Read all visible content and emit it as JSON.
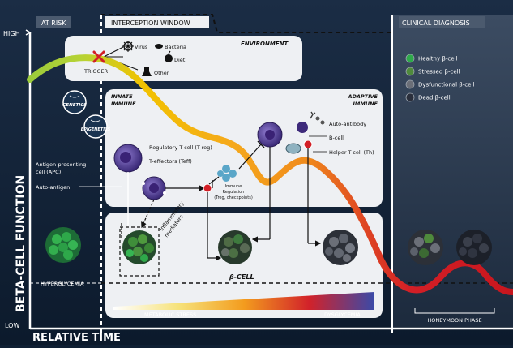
{
  "axes": {
    "y_high": "HIGH",
    "y_low": "LOW",
    "y_label": "BETA-CELL FUNCTION",
    "x_label": "RELATIVE TIME"
  },
  "phases": {
    "at_risk": "AT RISK",
    "interception": "INTERCEPTION WINDOW",
    "clinical": "CLINICAL DIAGNOSIS"
  },
  "environment": {
    "title": "ENVIRONMENT",
    "trigger": "TRIGGER",
    "virus": "Virus",
    "bacteria": "Bacteria",
    "diet": "Diet",
    "other": "Other"
  },
  "factors": {
    "genetics": "GENETICS",
    "epigenetics": "EPIGENETICS"
  },
  "innate": {
    "title_line1": "INNATE",
    "title_line2": "IMMUNE",
    "apc_line1": "Antigen-presenting",
    "apc_line2": "cell (APC)",
    "autoantigen": "Auto-antigen"
  },
  "adaptive": {
    "title_line1": "ADAPTIVE",
    "title_line2": "IMMUNE",
    "treg": "Regulatory T-cell (T-reg)",
    "teff": "T-effectors (Teff)",
    "immune_reg_line1": "Immune",
    "immune_reg_line2": "Regulation",
    "immune_reg_line3": "(Treg, checkpoints)",
    "autoantibody": "Auto-antibody",
    "bcell": "B-cell",
    "helper": "Helper T-cell (Th)"
  },
  "inflammatory_line1": "Inflammatory",
  "inflammatory_line2": "mediators",
  "beta_cell_label": "β-CELL",
  "hyperglycemia": "HYPERGLYCEMIA",
  "metabolic_stress": "METABOLIC STRESS",
  "dysglycemia": "DYSGLYCEMIA",
  "honeymoon": "HONEYMOON PHASE",
  "legend": [
    {
      "label": "Healthy β-cell",
      "color": "#2eaa4a"
    },
    {
      "label": "Stressed β-cell",
      "color": "#4f8a3c"
    },
    {
      "label": "Dysfunctional β-cell",
      "color": "#6b6f78"
    },
    {
      "label": "Dead β-cell",
      "color": "#2a2f3c"
    }
  ],
  "colors": {
    "background": "#0f1f33",
    "panel_fill": "#eef0f3",
    "curve_green": "#8cc63f",
    "curve_yellow": "#f2c200",
    "curve_orange": "#f08a1c",
    "curve_red": "#d21f26"
  }
}
